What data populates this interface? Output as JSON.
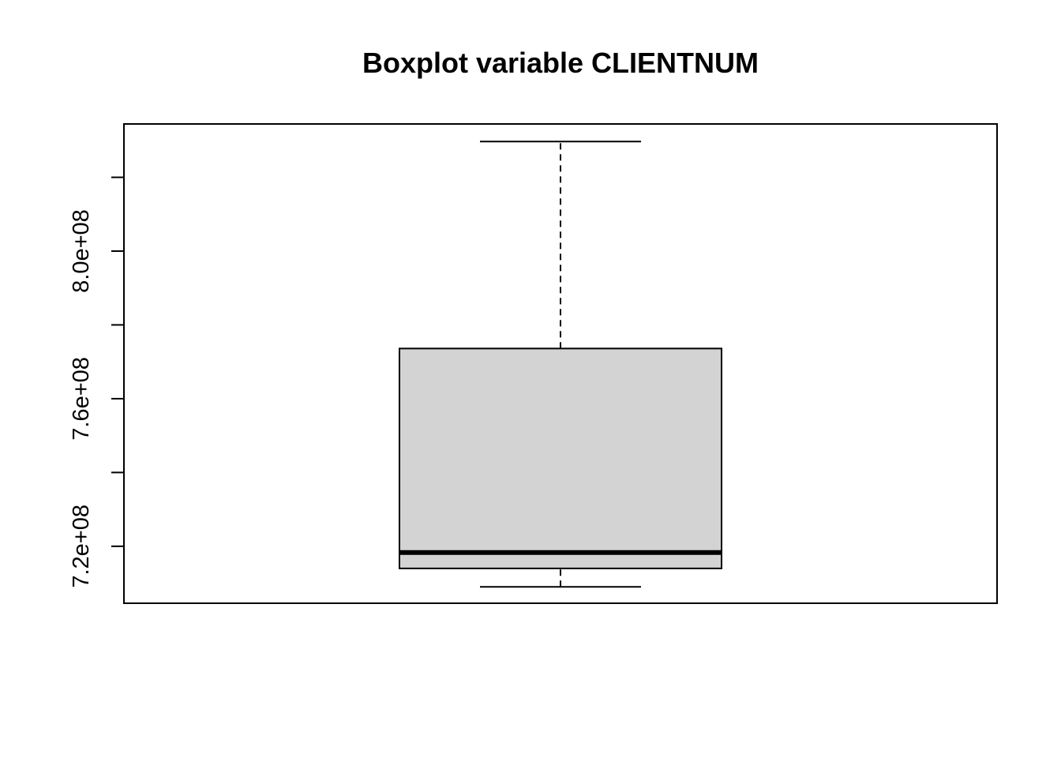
{
  "chart_data": {
    "type": "boxplot",
    "title": "Boxplot variable CLIENTNUM",
    "xlabel": "",
    "ylabel": "",
    "ylim": [
      704560000,
      834460000
    ],
    "yticks": [
      700000000,
      720000000,
      740000000,
      760000000,
      780000000,
      800000000,
      820000000
    ],
    "ytick_labels": [
      {
        "value": 720000000,
        "label": "7.2e+08"
      },
      {
        "value": 760000000,
        "label": "7.6e+08"
      },
      {
        "value": 800000000,
        "label": "8.0e+08"
      }
    ],
    "box": {
      "whisker_low": 709000000,
      "q1": 714000000,
      "median": 718300000,
      "q3": 773600000,
      "whisker_high": 829700000
    },
    "grid": false,
    "box_fill": "#d3d3d3",
    "line_color": "#000000"
  }
}
